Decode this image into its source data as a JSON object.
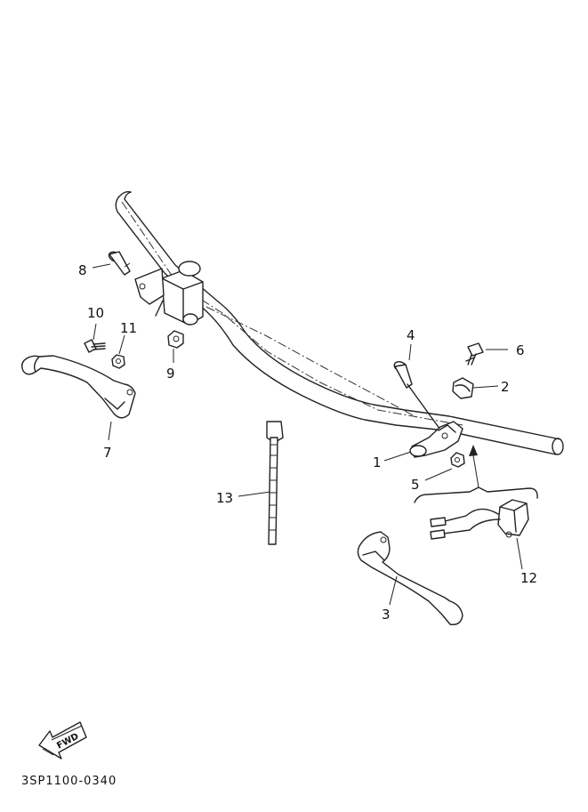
{
  "diagram_code": "3SP1100-0340",
  "direction_badge": "FWD",
  "parts": [
    {
      "id": "part-1",
      "label": "1"
    },
    {
      "id": "part-2",
      "label": "2"
    },
    {
      "id": "part-3",
      "label": "3"
    },
    {
      "id": "part-4",
      "label": "4"
    },
    {
      "id": "part-5",
      "label": "5"
    },
    {
      "id": "part-6",
      "label": "6"
    },
    {
      "id": "part-7",
      "label": "7"
    },
    {
      "id": "part-8",
      "label": "8"
    },
    {
      "id": "part-9",
      "label": "9"
    },
    {
      "id": "part-10",
      "label": "10"
    },
    {
      "id": "part-11",
      "label": "11"
    },
    {
      "id": "part-12",
      "label": "12"
    },
    {
      "id": "part-13",
      "label": "13"
    }
  ]
}
